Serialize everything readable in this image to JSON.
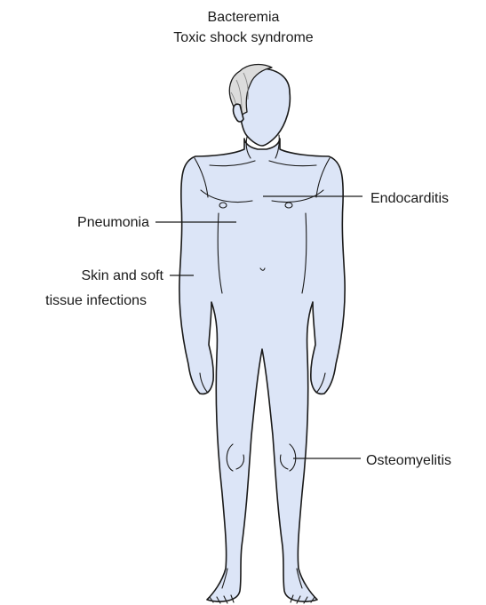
{
  "colors": {
    "skin": "#dce5f7",
    "outline": "#1a1a1a",
    "hair": "#dcdcdc"
  },
  "labels": {
    "top_line1": "Bacteremia",
    "top_line2": "Toxic shock syndrome",
    "endocarditis": "Endocarditis",
    "pneumonia": "Pneumonia",
    "skin_line1": "Skin and soft",
    "skin_line2": "tissue  infections",
    "osteomyelitis": "Osteomyelitis"
  }
}
